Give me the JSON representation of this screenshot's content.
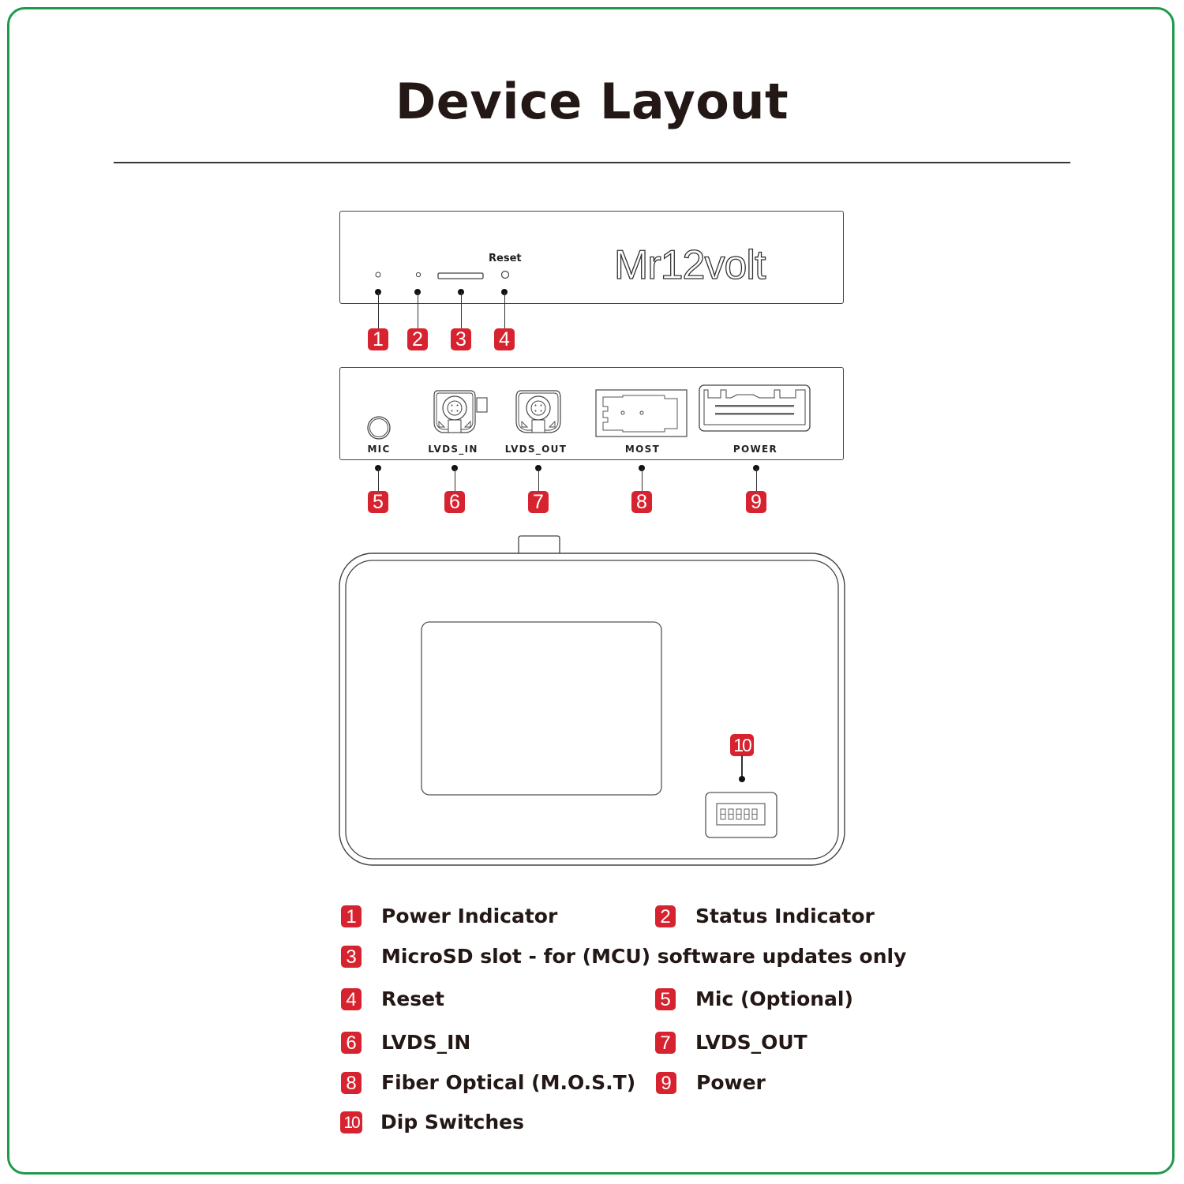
{
  "frame": {
    "border_color": "#1f9a4b"
  },
  "header": {
    "title": "Device Layout"
  },
  "accent": {
    "badge_color": "#d7232f"
  },
  "front_panel": {
    "brand_logo": "Mr12volt",
    "reset_label": "Reset",
    "callouts": [
      "1",
      "2",
      "3",
      "4"
    ]
  },
  "rear_panel": {
    "ports": [
      "MIC",
      "LVDS_IN",
      "LVDS_OUT",
      "MOST",
      "POWER"
    ],
    "callouts": [
      "5",
      "6",
      "7",
      "8",
      "9"
    ]
  },
  "top_view": {
    "callout": "10"
  },
  "legend": [
    {
      "num": "1",
      "label": "Power Indicator"
    },
    {
      "num": "2",
      "label": "Status Indicator"
    },
    {
      "num": "3",
      "label": "MicroSD slot - for (MCU) software updates only"
    },
    {
      "num": "4",
      "label": "Reset"
    },
    {
      "num": "5",
      "label": "Mic (Optional)"
    },
    {
      "num": "6",
      "label": "LVDS_IN"
    },
    {
      "num": "7",
      "label": "LVDS_OUT"
    },
    {
      "num": "8",
      "label": "Fiber Optical (M.O.S.T)"
    },
    {
      "num": "9",
      "label": "Power"
    },
    {
      "num": "10",
      "label": "Dip Switches"
    }
  ]
}
